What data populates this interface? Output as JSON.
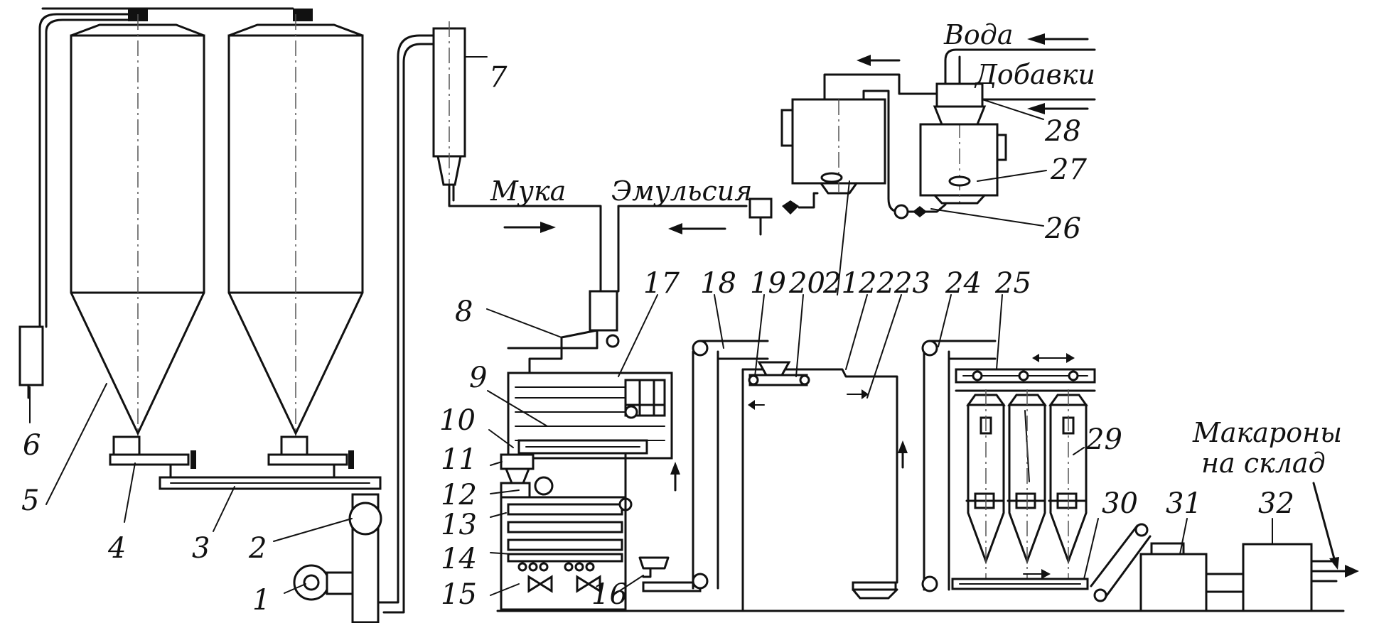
{
  "labels": {
    "water": "Вода",
    "additives": "Добавки",
    "flour": "Мука",
    "emulsion": "Эмульсия",
    "pasta_line1": "Макароны",
    "pasta_line2": "на склад"
  },
  "numbers": {
    "n1": "1",
    "n2": "2",
    "n3": "3",
    "n4": "4",
    "n5": "5",
    "n6": "6",
    "n7": "7",
    "n8": "8",
    "n9": "9",
    "n10": "10",
    "n11": "11",
    "n12": "12",
    "n13": "13",
    "n14": "14",
    "n15": "15",
    "n16": "16",
    "n17": "17",
    "n18": "18",
    "n19": "19",
    "n20": "20",
    "n21": "21",
    "n22": "22",
    "n23": "23",
    "n24": "24",
    "n25": "25",
    "n26": "26",
    "n27": "27",
    "n28": "28",
    "n29": "29",
    "n30": "30",
    "n31": "31",
    "n32": "32"
  }
}
